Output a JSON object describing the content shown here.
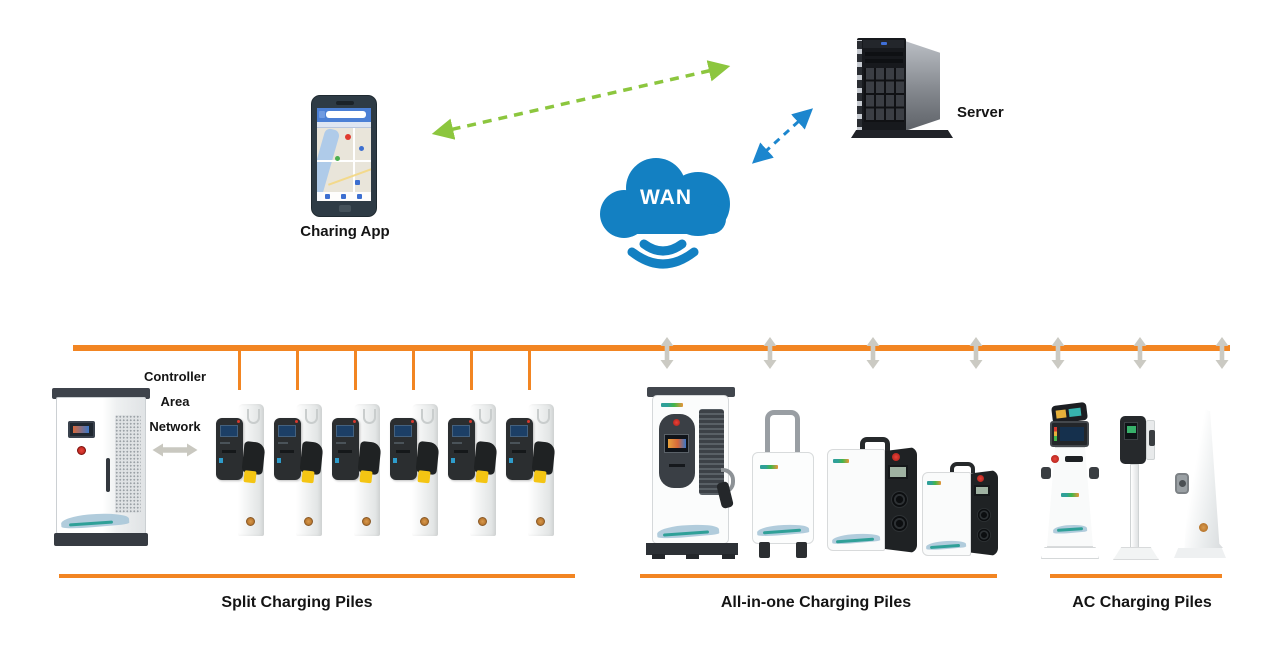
{
  "nodes": {
    "charging_app": {
      "label": "Charing App"
    },
    "wan_cloud": {
      "label": "WAN"
    },
    "server": {
      "label": "Server"
    }
  },
  "can_label": {
    "line1": "Controller",
    "line2": "Area",
    "line3": "Network"
  },
  "sections": {
    "split": {
      "label": "Split Charging Piles",
      "pile_count": 6
    },
    "all_in_one": {
      "label": "All-in-one Charging Piles",
      "device_count": 4
    },
    "ac": {
      "label": "AC Charging Piles",
      "device_count": 3
    }
  },
  "links": {
    "app_server": {
      "style": "dashed",
      "color": "#8CC63E",
      "bidirectional": true
    },
    "cloud_server": {
      "style": "dashed",
      "color": "#1C86CE",
      "bidirectional": true
    }
  },
  "colors": {
    "bus_orange": "#F28522",
    "arrow_gray": "#CBCAC3",
    "cloud_blue": "#1380C2",
    "link_green": "#8CC63E",
    "link_blue": "#1C86CE"
  }
}
